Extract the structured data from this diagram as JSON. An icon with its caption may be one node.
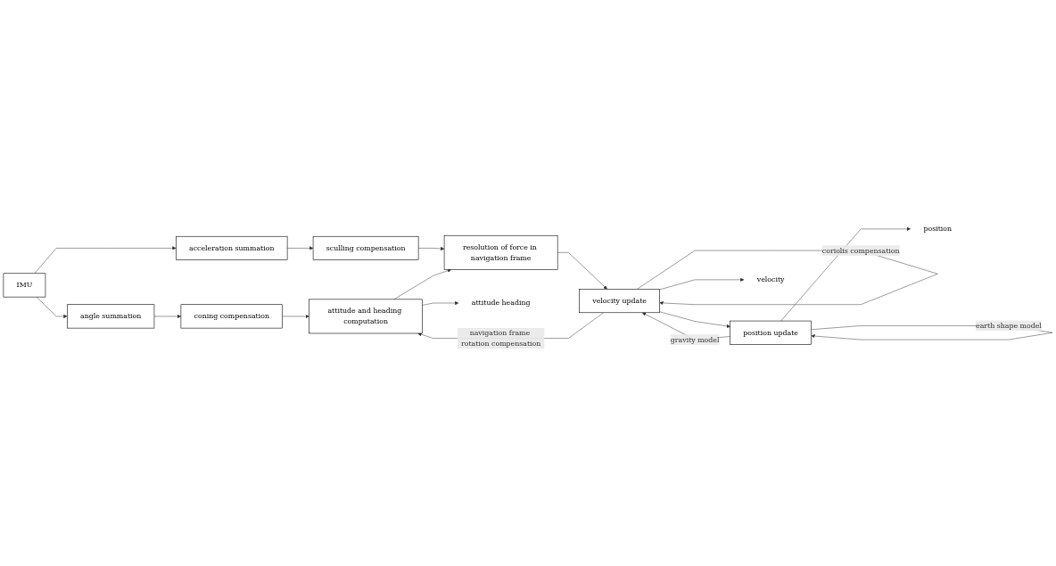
{
  "diagram": {
    "nodes": [
      {
        "text": [
          "IMU"
        ]
      },
      {
        "text": [
          "angle summation"
        ]
      },
      {
        "text": [
          "coning compensation"
        ]
      },
      {
        "text": [
          "attitude and heading computation"
        ]
      },
      {
        "text": [
          "acceleration summation"
        ]
      },
      {
        "text": [
          "sculling compensation"
        ]
      },
      {
        "text": [
          "resolution of force in navigation frame"
        ]
      },
      {
        "text": [
          "velocity update"
        ]
      },
      {
        "text": [
          "position update"
        ]
      },
      {
        "text": [
          "attitude heading"
        ]
      },
      {
        "text": [
          "velocity"
        ]
      },
      {
        "text": [
          "position"
        ]
      }
    ],
    "edges": [
      {
        "from": 0,
        "to": 1,
        "arrow": "to"
      },
      {
        "from": 1,
        "to": 2,
        "arrow": "to"
      },
      {
        "from": 2,
        "to": 3,
        "arrow": "to"
      },
      {
        "from": 3,
        "to": 9,
        "arrow": "to"
      },
      {
        "from": 0,
        "to": 4,
        "arrow": "to"
      },
      {
        "from": 4,
        "to": 5,
        "arrow": "to"
      },
      {
        "from": 5,
        "to": 6,
        "arrow": "to"
      },
      {
        "from": 3,
        "to": 6,
        "arrow": "to"
      },
      {
        "from": 6,
        "to": 7,
        "arrow": "to"
      },
      {
        "from": 7,
        "to": 3,
        "arrow": "to",
        "label": "navigation frame rotation compensation"
      },
      {
        "from": 7,
        "to": 10,
        "arrow": "to"
      },
      {
        "from": 8,
        "to": 7,
        "arrow": "to",
        "label": "gravity model"
      },
      {
        "from": 7,
        "to": 7,
        "arrow": "to",
        "label": "coriolis compensation"
      },
      {
        "from": 7,
        "to": 8,
        "arrow": "to"
      },
      {
        "from": 8,
        "to": 11,
        "arrow": "to"
      },
      {
        "from": 8,
        "to": 8,
        "arrow": "to",
        "label": "earth shape model"
      }
    ]
  }
}
